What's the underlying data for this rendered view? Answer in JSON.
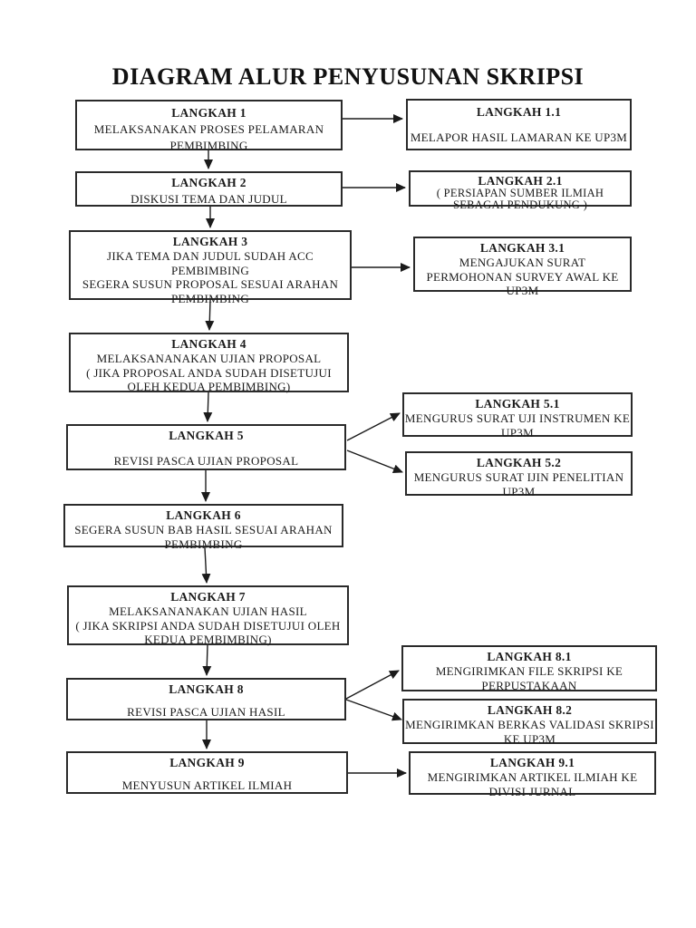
{
  "page": {
    "title": "DIAGRAM ALUR PENYUSUNAN SKRIPSI"
  },
  "colors": {
    "background": "#ffffff",
    "text": "#1b1b1b",
    "box_border": "#2a2a2a",
    "arrow": "#1b1b1b"
  },
  "diagram": {
    "boxes": {
      "b1": {
        "heading": "LANGKAH 1",
        "lines": [
          "MELAKSANAKAN PROSES PELAMARAN",
          "PEMBIMBING"
        ]
      },
      "b1_1": {
        "heading": "LANGKAH 1.1",
        "lines": [
          "MELAPOR HASIL LAMARAN KE UP3M"
        ]
      },
      "b2": {
        "heading": "LANGKAH 2",
        "lines": [
          "DISKUSI TEMA DAN JUDUL"
        ]
      },
      "b2_1": {
        "heading": "LANGKAH 2.1",
        "lines": [
          "( PERSIAPAN SUMBER ILMIAH",
          "SEBAGAI PENDUKUNG )"
        ]
      },
      "b3": {
        "heading": "LANGKAH 3",
        "lines": [
          "JIKA TEMA DAN JUDUL SUDAH ACC",
          "PEMBIMBING",
          "SEGERA SUSUN PROPOSAL SESUAI ARAHAN",
          "PEMBIMBING"
        ]
      },
      "b3_1": {
        "heading": "LANGKAH 3.1",
        "lines": [
          "MENGAJUKAN SURAT",
          "PERMOHONAN SURVEY AWAL KE",
          "UP3M"
        ]
      },
      "b4": {
        "heading": "LANGKAH 4",
        "lines": [
          "MELAKSANANAKAN UJIAN PROPOSAL",
          "( JIKA PROPOSAL ANDA SUDAH DISETUJUI",
          "OLEH KEDUA PEMBIMBING)"
        ]
      },
      "b5": {
        "heading": "LANGKAH 5",
        "lines": [
          "REVISI PASCA UJIAN PROPOSAL"
        ]
      },
      "b5_1": {
        "heading": "LANGKAH 5.1",
        "lines": [
          "MENGURUS SURAT UJI INSTRUMEN KE",
          "UP3M"
        ]
      },
      "b5_2": {
        "heading": "LANGKAH 5.2",
        "lines": [
          "MENGURUS SURAT IJIN PENELITIAN",
          "UP3M"
        ]
      },
      "b6": {
        "heading": "LANGKAH 6",
        "lines": [
          "SEGERA SUSUN BAB HASIL SESUAI ARAHAN",
          "PEMBIMBING"
        ]
      },
      "b7": {
        "heading": "LANGKAH 7",
        "lines": [
          "MELAKSANANAKAN UJIAN HASIL",
          "( JIKA SKRIPSI  ANDA SUDAH DISETUJUI OLEH",
          "KEDUA PEMBIMBING)"
        ]
      },
      "b8": {
        "heading": "LANGKAH 8",
        "lines": [
          "REVISI PASCA UJIAN HASIL"
        ]
      },
      "b8_1": {
        "heading": "LANGKAH 8.1",
        "lines": [
          "MENGIRIMKAN FILE SKRIPSI KE",
          "PERPUSTAKAAN"
        ]
      },
      "b8_2": {
        "heading": "LANGKAH 8.2",
        "lines": [
          "MENGIRIMKAN BERKAS VALIDASI SKRIPSI",
          "KE UP3M"
        ]
      },
      "b9": {
        "heading": "LANGKAH 9",
        "lines": [
          "MENYUSUN ARTIKEL ILMIAH"
        ]
      },
      "b9_1": {
        "heading": "LANGKAH 9.1",
        "lines": [
          "MENGIRIMKAN ARTIKEL ILMIAH KE",
          "DIVISI JURNAL"
        ]
      }
    },
    "connections": [
      {
        "from": "LANGKAH 1",
        "to": "LANGKAH 1.1",
        "style": "horizontal"
      },
      {
        "from": "LANGKAH 1",
        "to": "LANGKAH 2",
        "style": "vertical"
      },
      {
        "from": "LANGKAH 2",
        "to": "LANGKAH 2.1",
        "style": "horizontal"
      },
      {
        "from": "LANGKAH 2",
        "to": "LANGKAH 3",
        "style": "vertical"
      },
      {
        "from": "LANGKAH 3",
        "to": "LANGKAH 3.1",
        "style": "horizontal"
      },
      {
        "from": "LANGKAH 3",
        "to": "LANGKAH 4",
        "style": "vertical"
      },
      {
        "from": "LANGKAH 4",
        "to": "LANGKAH 5",
        "style": "vertical"
      },
      {
        "from": "LANGKAH 5",
        "to": "LANGKAH 5.1",
        "style": "diagonal"
      },
      {
        "from": "LANGKAH 5",
        "to": "LANGKAH 5.2",
        "style": "diagonal"
      },
      {
        "from": "LANGKAH 5",
        "to": "LANGKAH 6",
        "style": "vertical"
      },
      {
        "from": "LANGKAH 6",
        "to": "LANGKAH 7",
        "style": "vertical"
      },
      {
        "from": "LANGKAH 7",
        "to": "LANGKAH 8",
        "style": "vertical"
      },
      {
        "from": "LANGKAH 8",
        "to": "LANGKAH 8.1",
        "style": "diagonal"
      },
      {
        "from": "LANGKAH 8",
        "to": "LANGKAH 8.2",
        "style": "diagonal"
      },
      {
        "from": "LANGKAH 8",
        "to": "LANGKAH 9",
        "style": "vertical"
      },
      {
        "from": "LANGKAH 9",
        "to": "LANGKAH 9.1",
        "style": "horizontal"
      }
    ]
  }
}
